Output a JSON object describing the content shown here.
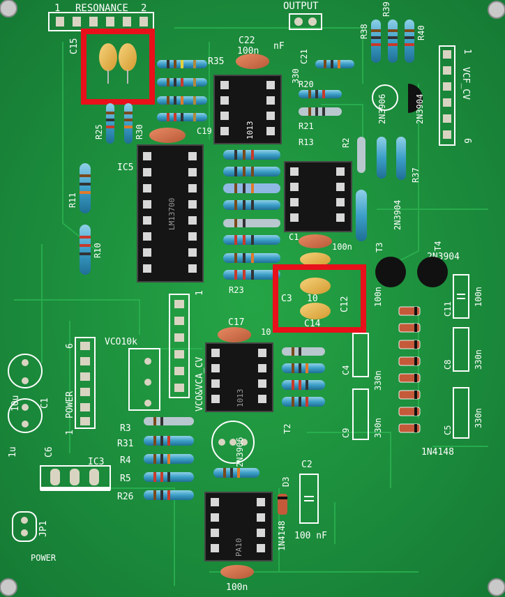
{
  "photo": {
    "colors": {
      "pcb": "#1f9a3f",
      "pcb_dark": "#17823a",
      "trace": "#24a847",
      "silk": "#ffffff",
      "ic": "#151515",
      "highlight": "#e8101a",
      "cap_yellow": "#e6b24a",
      "cap_orange": "#d4704a"
    }
  },
  "labels": {
    "resonance": "RESONANCE",
    "res_pin1": "1",
    "res_pin2": "2",
    "output": "OUTPUT",
    "c15": "C15",
    "c22": "C22",
    "c22_val": "100n",
    "nf": "nF",
    "c21": "C21",
    "c21_val": "330",
    "r35": "R35",
    "r38": "R38",
    "r39": "R39",
    "r40": "R40",
    "r20": "R20",
    "r21": "R21",
    "r25": "R25",
    "r30": "R30",
    "c19": "C19",
    "ic5": "IC5",
    "lm13700": "LM13700",
    "r11": "R11",
    "r10": "R10",
    "r13": "R13",
    "r2": "R2",
    "r37": "R37",
    "t_2n3906": "2N3906",
    "t_2n3904_a": "2N3904",
    "t_2n3904_b": "2N3904",
    "t3": "T3",
    "t4": "T4",
    "vcf_cv": "VCF_CV",
    "vcf_pin1": "1",
    "vcf_pin6": "6",
    "c1": "C1",
    "c1_val": "100n",
    "c3": "C3",
    "c12": "C12",
    "c14": "C14",
    "c14_val": "10",
    "c12_val": "100n",
    "c11": "C11",
    "c11_val": "100n",
    "r23": "R23",
    "c17": "C17",
    "c17_val": "10",
    "vco10k": "VCO10k",
    "vco_cv": "VCO&VCA_CV",
    "vco_pin1": "1",
    "power_header": "POWER",
    "power_pin1": "1",
    "power_pin6": "6",
    "c1_left": "C1",
    "c1_left_val": "10u",
    "c6": "C6",
    "c6_val": "1u",
    "r3": "R3",
    "r31": "R31",
    "r4": "R4",
    "r5": "R5",
    "r26": "R26",
    "ic3": "IC3",
    "t2": "T2",
    "t2_part": "2N3906",
    "c4": "C4",
    "c4_val": "330n",
    "c8": "C8",
    "c8_val": "330n",
    "c9": "C9",
    "c9_val": "330n",
    "c5": "C5",
    "c5_val": "330n",
    "diodes": "1N4148",
    "d3": "D3",
    "d3_part": "1N4148",
    "c2": "C2",
    "c2_val": "100 nF",
    "bottom_cap_val": "100n",
    "jp1": "JP1",
    "power_label": "POWER",
    "ic_mark": "1013",
    "ic_mark2": "PA10"
  }
}
